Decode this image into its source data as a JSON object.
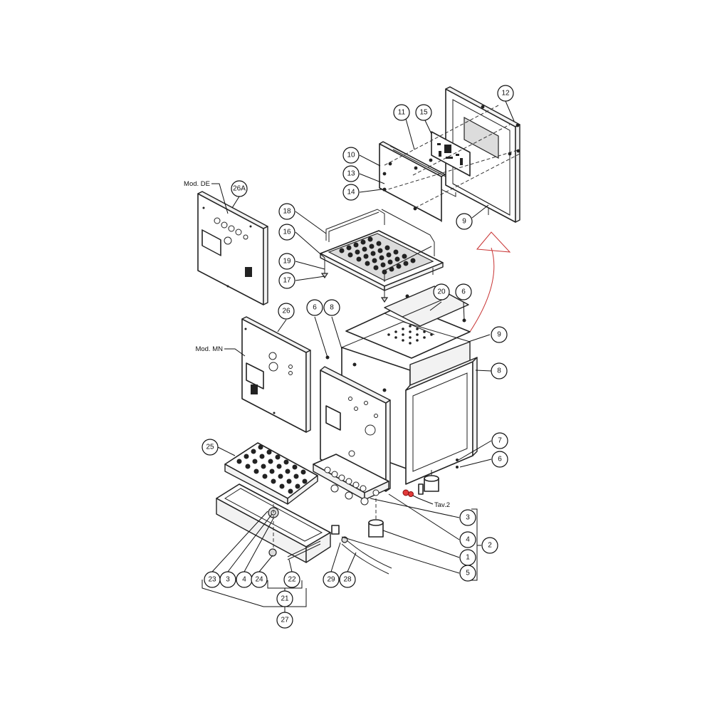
{
  "diagram": {
    "labels": {
      "model_de": "Mod. DE",
      "model_mn": "Mod. MN",
      "tav_ref": "Tav.2"
    },
    "callouts": [
      {
        "id": "c12",
        "text": "12"
      },
      {
        "id": "c11",
        "text": "11"
      },
      {
        "id": "c15",
        "text": "15"
      },
      {
        "id": "c10",
        "text": "10"
      },
      {
        "id": "c13",
        "text": "13"
      },
      {
        "id": "c14",
        "text": "14"
      },
      {
        "id": "c9a",
        "text": "9"
      },
      {
        "id": "c26a",
        "text": "26A"
      },
      {
        "id": "c18",
        "text": "18"
      },
      {
        "id": "c16",
        "text": "16"
      },
      {
        "id": "c19",
        "text": "19"
      },
      {
        "id": "c17",
        "text": "17"
      },
      {
        "id": "c20",
        "text": "20"
      },
      {
        "id": "c6a",
        "text": "6"
      },
      {
        "id": "c6b",
        "text": "6"
      },
      {
        "id": "c8a",
        "text": "8"
      },
      {
        "id": "c9b",
        "text": "9"
      },
      {
        "id": "c26",
        "text": "26"
      },
      {
        "id": "c8b",
        "text": "8"
      },
      {
        "id": "c25",
        "text": "25"
      },
      {
        "id": "c7",
        "text": "7"
      },
      {
        "id": "c6c",
        "text": "6"
      },
      {
        "id": "c3a",
        "text": "3"
      },
      {
        "id": "c2",
        "text": "2"
      },
      {
        "id": "c4a",
        "text": "4"
      },
      {
        "id": "c1",
        "text": "1"
      },
      {
        "id": "c5",
        "text": "5"
      },
      {
        "id": "c23",
        "text": "23"
      },
      {
        "id": "c3b",
        "text": "3"
      },
      {
        "id": "c4b",
        "text": "4"
      },
      {
        "id": "c24",
        "text": "24"
      },
      {
        "id": "c22",
        "text": "22"
      },
      {
        "id": "c29",
        "text": "29"
      },
      {
        "id": "c28",
        "text": "28"
      },
      {
        "id": "c21",
        "text": "21"
      },
      {
        "id": "c27",
        "text": "27"
      }
    ]
  }
}
